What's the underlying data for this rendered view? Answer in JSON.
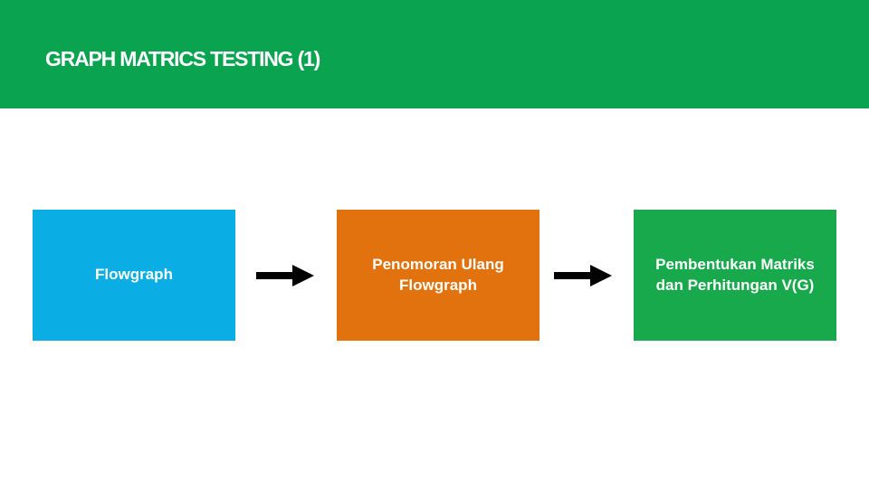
{
  "slide": {
    "title": "GRAPH MATRICS TESTING (1)",
    "header_color": "#0aa34f",
    "background_color": "#ffffff"
  },
  "diagram": {
    "type": "flow",
    "boxes": [
      {
        "label": "Flowgraph",
        "color": "#0aaee5"
      },
      {
        "label": "Penomoran Ulang Flowgraph",
        "color": "#e2720d"
      },
      {
        "label": "Pembentukan Matriks dan Perhitungan V(G)",
        "color": "#17a94c"
      }
    ],
    "connectors": [
      {
        "icon": "arrow-right-icon",
        "color": "#000000"
      },
      {
        "icon": "arrow-right-icon",
        "color": "#000000"
      }
    ]
  }
}
